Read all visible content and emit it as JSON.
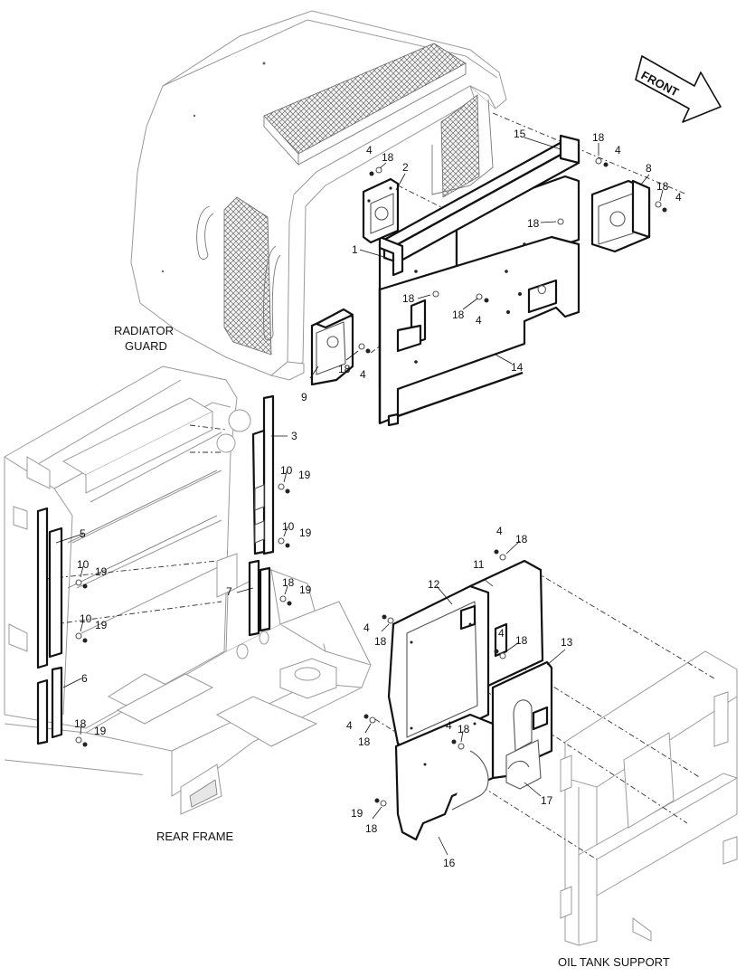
{
  "labels": {
    "radiator_guard_line1": "RADIATOR",
    "radiator_guard_line2": "GUARD",
    "rear_frame": "REAR FRAME",
    "oil_tank_support": "OIL TANK SUPPORT",
    "front_arrow": "FRONT"
  },
  "callouts": {
    "c1": "1",
    "c2": "2",
    "c3": "3",
    "c4": "4",
    "c5": "5",
    "c6": "6",
    "c7": "7",
    "c8": "8",
    "c9": "9",
    "c10": "10",
    "c11": "11",
    "c12": "12",
    "c13": "13",
    "c14": "14",
    "c15": "15",
    "c16": "16",
    "c17": "17",
    "c18": "18",
    "c19": "19"
  }
}
